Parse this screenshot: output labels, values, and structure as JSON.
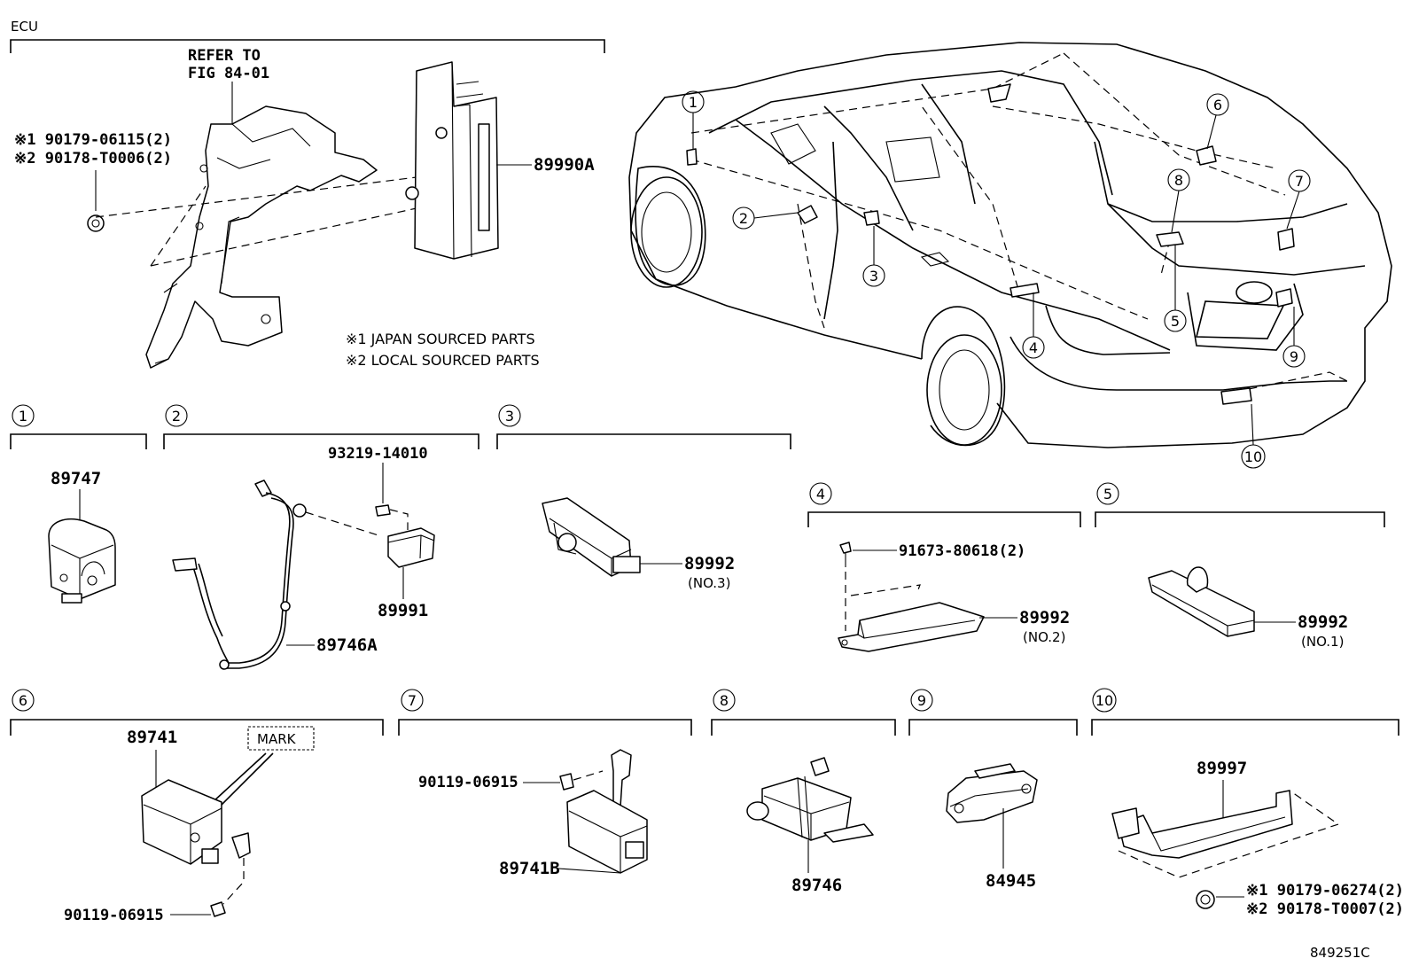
{
  "header": {
    "ecu_label": "ECU",
    "refer_line1": "REFER TO",
    "refer_line2": "FIG 84-01",
    "figure_code": "849251C"
  },
  "ecu": {
    "part": "89990A",
    "fastener_line1": "※1 90179-06115(2)",
    "fastener_line2": "※2 90178-T0006(2)"
  },
  "notes": {
    "japan": "※1 JAPAN SOURCED PARTS",
    "local": "※2 LOCAL SOURCED PARTS"
  },
  "callouts": [
    "1",
    "2",
    "3",
    "4",
    "5",
    "6",
    "7",
    "8",
    "9",
    "10"
  ],
  "groups": {
    "g1": {
      "num": "1",
      "part": "89747"
    },
    "g2": {
      "num": "2",
      "bolt": "93219-14010",
      "sensor": "89991",
      "harness": "89746A"
    },
    "g3": {
      "num": "3",
      "part": "89992",
      "sub": "(NO.3)"
    },
    "g4": {
      "num": "4",
      "bolt": "91673-80618(2)",
      "part": "89992",
      "sub": "(NO.2)"
    },
    "g5": {
      "num": "5",
      "part": "89992",
      "sub": "(NO.1)"
    },
    "g6": {
      "num": "6",
      "part": "89741",
      "mark": "MARK",
      "bolt": "90119-06915"
    },
    "g7": {
      "num": "7",
      "bolt": "90119-06915",
      "part": "89741B"
    },
    "g8": {
      "num": "8",
      "part": "89746"
    },
    "g9": {
      "num": "9",
      "part": "84945"
    },
    "g10": {
      "num": "10",
      "part": "89997",
      "fastener_line1": "※1 90179-06274(2)",
      "fastener_line2": "※2 90178-T0007(2)"
    }
  }
}
